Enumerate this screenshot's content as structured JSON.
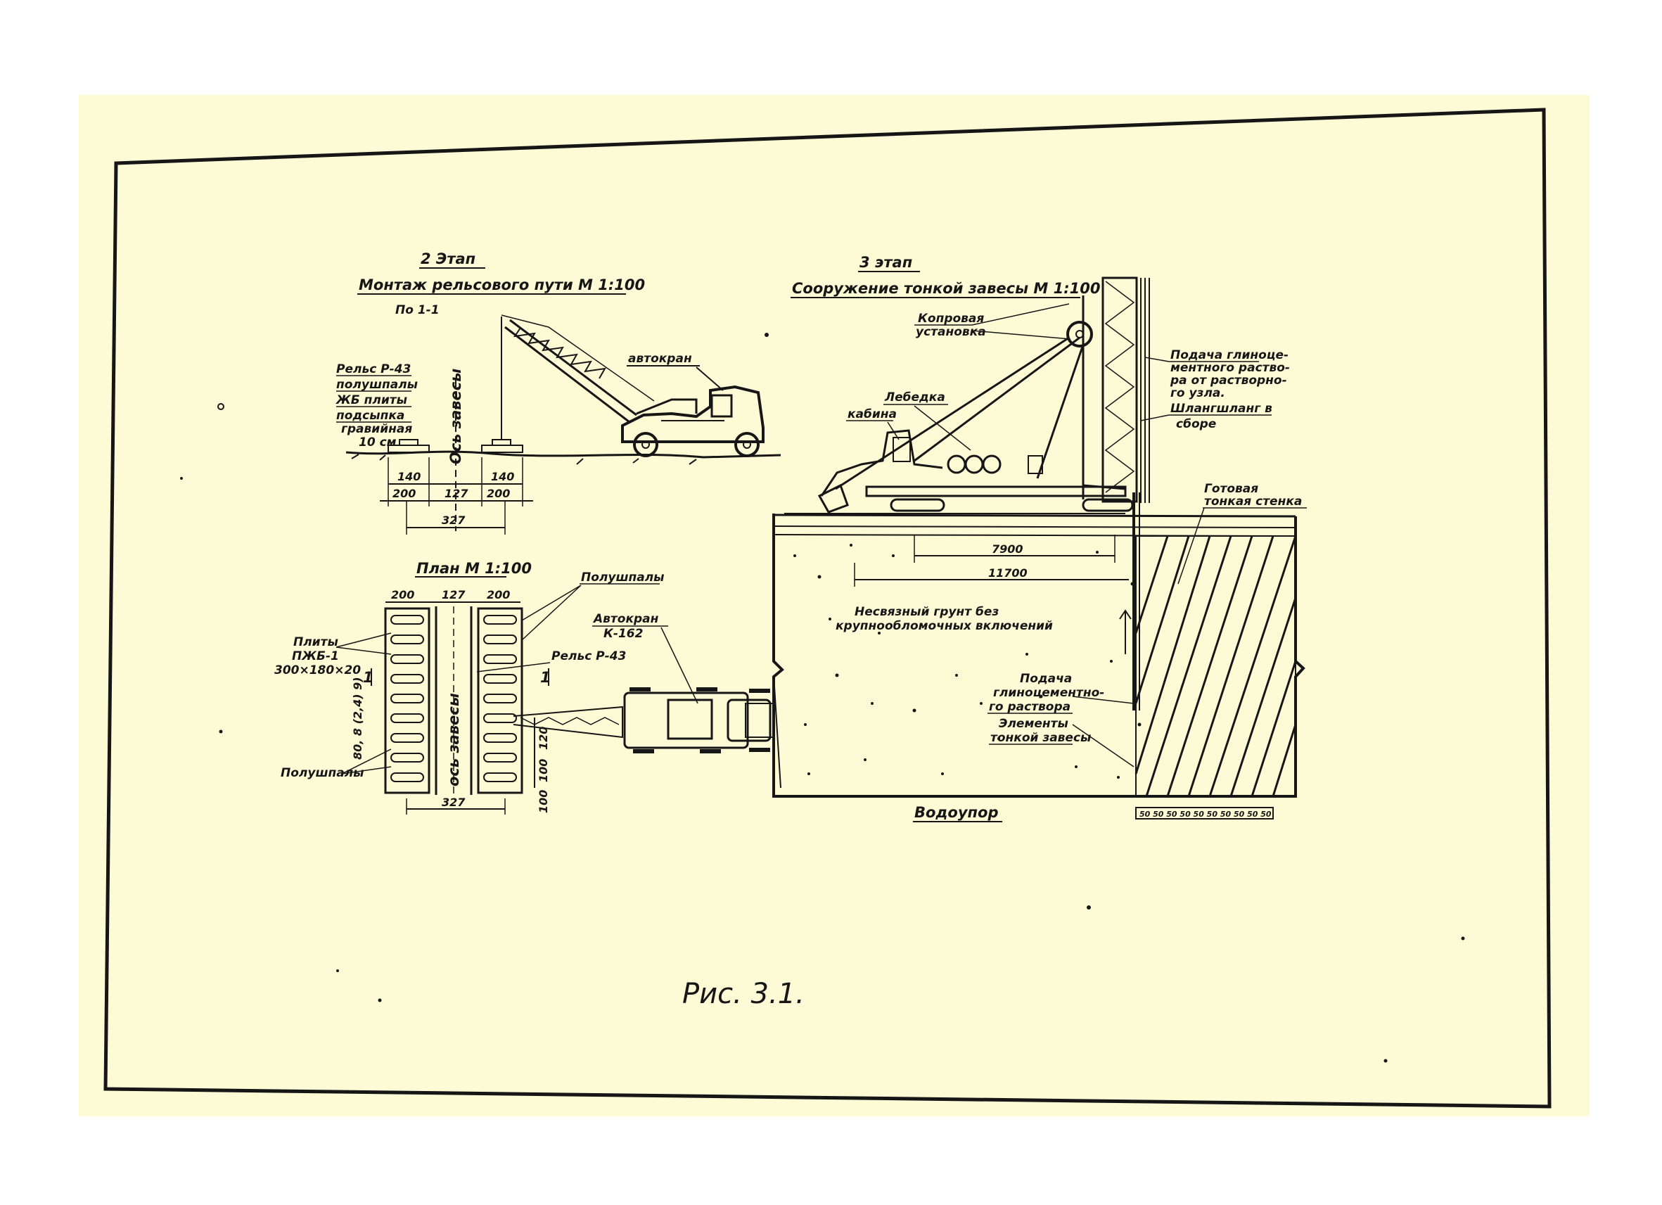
{
  "figure": {
    "caption": "Рис. 3.1.",
    "colors": {
      "paper": "#fdfbd6",
      "ink": "#161616",
      "background": "#ffffff"
    }
  },
  "stage2": {
    "heading": "2 Этап",
    "title": "Монтаж рельсового пути М 1:100",
    "section_label": "По 1-1",
    "crane_label": "автокран",
    "materials_note": [
      "Рельс Р-43",
      "полушпалы",
      "ЖБ плиты",
      "подсыпка",
      "гравийная",
      "10 см"
    ],
    "axis_label": "Ось завесы",
    "dims": {
      "pad_width": "140",
      "pad_span": "200",
      "gauge": "127",
      "overall": "327"
    }
  },
  "plan": {
    "title": "План М 1:100",
    "top_dims": [
      "200",
      "127",
      "200"
    ],
    "bottom_dim": "327",
    "left_dim": "80, 8 (2,4) 9)",
    "axis_label": "ось завесы",
    "label_half_sleepers_top": "Полушпалы",
    "label_plates": [
      "Плиты",
      "ПЖБ-1",
      "300×180×20"
    ],
    "label_half_sleepers_bottom": "Полушпалы",
    "label_rail": "Рельс Р-43",
    "label_crane": [
      "Автокран",
      "К-162"
    ],
    "side_dims": [
      "120",
      "100",
      "100"
    ],
    "section_marks": [
      "1",
      "1"
    ]
  },
  "stage3": {
    "heading": "3 этап",
    "title": "Сооружение тонкой завесы М 1:100",
    "labels": {
      "pile_driver": [
        "Копровая",
        "установка"
      ],
      "winch": "Лебедка",
      "cabin": "кабина",
      "supply_top": [
        "Подача глиноце-",
        "ментного раство-",
        "ра от растворно-",
        "го узла."
      ],
      "hose": [
        "Шлангшланг в",
        "сборе"
      ],
      "ready_wall": [
        "Готовая",
        "тонкая стенка"
      ],
      "soil": [
        "Несвязный грунт без",
        "крупнообломочных включений"
      ],
      "supply_bottom": [
        "Подача",
        "глиноцементно-",
        "го раствора"
      ],
      "elements": [
        "Элементы",
        "тонкой завесы"
      ],
      "aquitard": "Водоупор"
    },
    "dims": {
      "inner": "7900",
      "outer": "11700"
    },
    "bottom_scale": "50 50 50 50 50 50 50 50 50 50"
  }
}
